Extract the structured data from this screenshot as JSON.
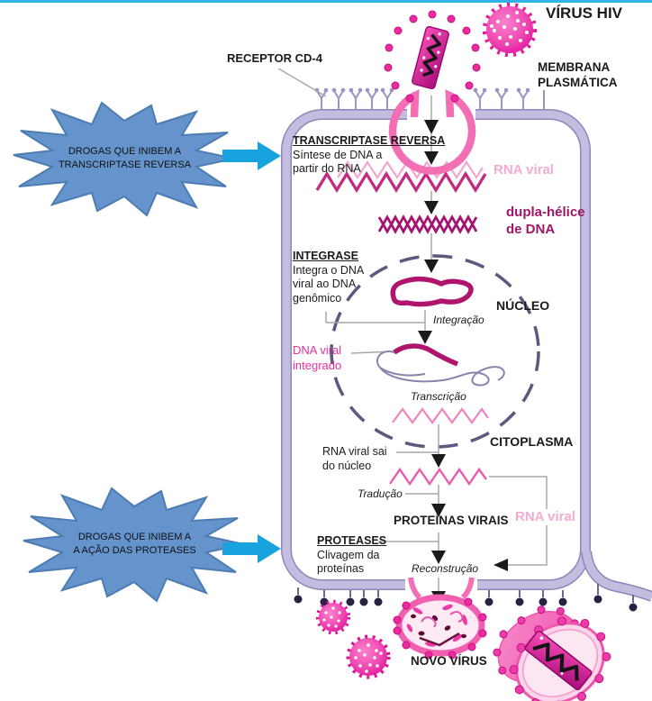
{
  "title": "VÍRUS HIV",
  "membrane": {
    "label_line1": "MEMBRANA",
    "label_line2": "PLASMÁTICA",
    "receptor_label": "RECEPTOR CD-4"
  },
  "callouts": {
    "top": {
      "line1": "DROGAS QUE INIBEM A",
      "line2": "TRANSCRIPTASE REVERSA"
    },
    "bottom": {
      "line1": "DROGAS QUE INIBEM A",
      "line2": "A AÇÃO DAS PROTEASES"
    }
  },
  "steps": {
    "transcriptase": {
      "title": "TRANSCRIPTASE REVERSA",
      "desc1": "Síntese de DNA a",
      "desc2": "partir do RNA"
    },
    "rna_viral_top": "RNA viral",
    "dupla_helice": {
      "line1": "dupla-hélice",
      "line2": "de DNA"
    },
    "integrase": {
      "title": "INTEGRASE",
      "desc1": "Integra o DNA",
      "desc2": "viral ao DNA",
      "desc3": "genômico"
    },
    "nucleus_label": "NÚCLEO",
    "integracao": "Integração",
    "dna_integrado": {
      "line1": "DNA viral",
      "line2": "integrado"
    },
    "transcricao": "Transcrição",
    "cytoplasm_label": "CITOPLASMA",
    "rna_sai": {
      "line1": "RNA viral sai",
      "line2": "do núcleo"
    },
    "traducao": "Tradução",
    "proteinas": "PROTEÍNAS VIRAIS",
    "rna_viral_bottom": "RNA viral",
    "proteases": {
      "title": "PROTEASES",
      "desc1": "Clivagem da",
      "desc2": "proteínas"
    },
    "reconstrucao": "Reconstrução"
  },
  "footer": {
    "new_virus_label": "NOVO VÍRUS"
  },
  "colors": {
    "top_line_cyan": "#2fb4e7",
    "inhibitor_arrow_blue": "#18a2de",
    "callout_fill": "#6593cb",
    "membrane_lavender": "#c5bddf",
    "virus_magenta": "#e8219f",
    "dark_dna_magenta": "#9e1766",
    "light_pink_label": "#f4abd2"
  }
}
